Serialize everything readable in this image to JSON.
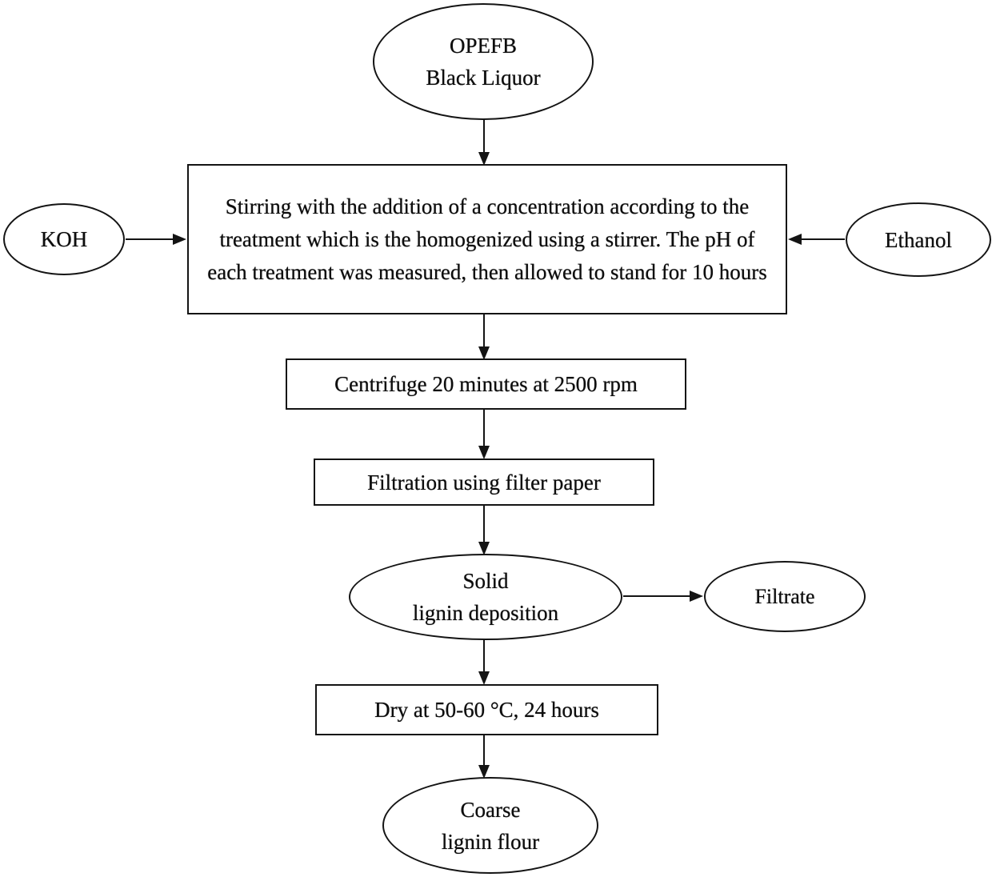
{
  "flowchart": {
    "nodes": {
      "opefb": {
        "shape": "ellipse",
        "line1": "OPEFB",
        "line2": "Black Liquor"
      },
      "koh": {
        "shape": "ellipse",
        "label": "KOH"
      },
      "ethanol": {
        "shape": "ellipse",
        "label": "Ethanol"
      },
      "stirring": {
        "shape": "rectangle",
        "label": "Stirring with the addition of a concentration according to the treatment which is the homogenized using a stirrer. The pH of each treatment was measured, then allowed to stand for 10 hours"
      },
      "centrifuge": {
        "shape": "rectangle",
        "label": "Centrifuge 20 minutes at 2500 rpm"
      },
      "filtration": {
        "shape": "rectangle",
        "label": "Filtration using filter paper"
      },
      "solid": {
        "shape": "ellipse",
        "line1": "Solid",
        "line2": "lignin deposition"
      },
      "filtrate": {
        "shape": "ellipse",
        "label": "Filtrate"
      },
      "dry": {
        "shape": "rectangle",
        "label": "Dry at 50-60 °C, 24 hours"
      },
      "coarse": {
        "shape": "ellipse",
        "line1": "Coarse",
        "line2": "lignin flour"
      }
    },
    "edges": [
      {
        "from": "opefb",
        "to": "stirring",
        "direction": "down"
      },
      {
        "from": "koh",
        "to": "stirring",
        "direction": "right"
      },
      {
        "from": "ethanol",
        "to": "stirring",
        "direction": "left"
      },
      {
        "from": "stirring",
        "to": "centrifuge",
        "direction": "down"
      },
      {
        "from": "centrifuge",
        "to": "filtration",
        "direction": "down"
      },
      {
        "from": "filtration",
        "to": "solid",
        "direction": "down"
      },
      {
        "from": "solid",
        "to": "filtrate",
        "direction": "right"
      },
      {
        "from": "solid",
        "to": "dry",
        "direction": "down"
      },
      {
        "from": "dry",
        "to": "coarse",
        "direction": "down"
      }
    ],
    "colors": {
      "stroke": "#141414",
      "fill": "#ffffff",
      "text": "#0d0d0d"
    }
  }
}
